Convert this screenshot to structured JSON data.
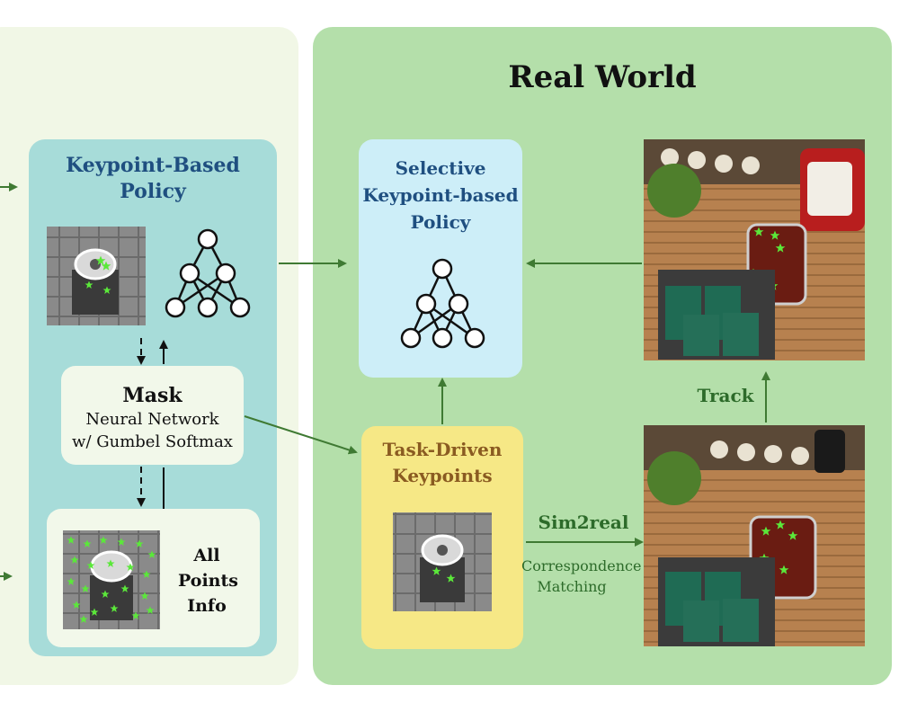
{
  "panels": {
    "real_world_title": "Real World"
  },
  "keypoint_policy": {
    "title_line1": "Keypoint-Based",
    "title_line2": "Policy"
  },
  "mask": {
    "title": "Mask",
    "line1": "Neural Network",
    "line2": "w/ Gumbel Softmax"
  },
  "all_points": {
    "line1": "All",
    "line2": "Points",
    "line3": "Info"
  },
  "selective_policy": {
    "line1": "Selective",
    "line2": "Keypoint-based",
    "line3": "Policy"
  },
  "task_keypoints": {
    "line1": "Task-Driven",
    "line2": "Keypoints"
  },
  "sim2real": {
    "label": "Sim2real",
    "sub_line1": "Correspondence",
    "sub_line2": "Matching"
  },
  "track": {
    "label": "Track"
  },
  "colors": {
    "arrow": "#3f7a33",
    "node": "#111111",
    "keypoint_star": "#5be83a"
  }
}
